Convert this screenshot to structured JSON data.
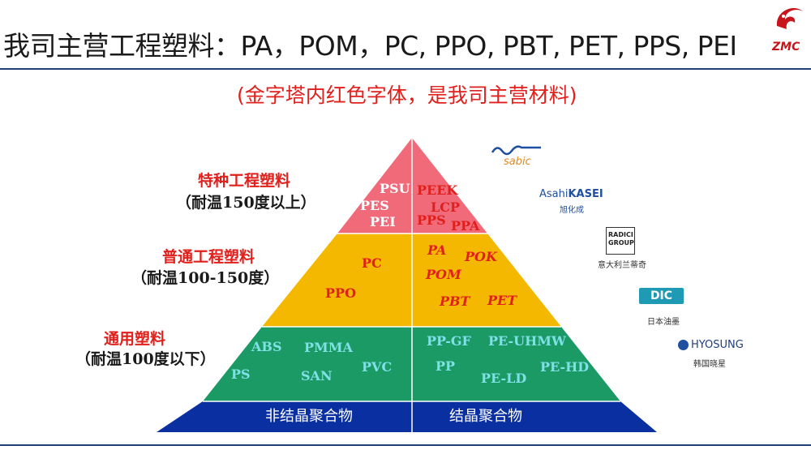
{
  "header": {
    "title": "我司主营工程塑料：PA，POM，PC, PPO, PBT, PET, PPS, PEI",
    "subtitle": "(金字塔内红色字体，是我司主营材料)",
    "logo_text": "ZMC"
  },
  "tiers": [
    {
      "name": "特种工程塑料",
      "temp": "（耐温150度以上）"
    },
    {
      "name": "普通工程塑料",
      "temp": "（耐温100-150度）"
    },
    {
      "name": "通用塑料",
      "temp": "（耐温100度以下）"
    }
  ],
  "base": {
    "left": "非结晶聚合物",
    "right": "结晶聚合物"
  },
  "materials": {
    "special_left": [
      "PSU",
      "PES",
      "PEI"
    ],
    "special_right": [
      "PEEK",
      "LCP",
      "PPS",
      "PPA"
    ],
    "common_left": [
      "PC",
      "PPO"
    ],
    "common_right": [
      "PA",
      "POK",
      "POM",
      "PBT",
      "PET"
    ],
    "general_left": [
      "ABS",
      "PMMA",
      "PS",
      "SAN",
      "PVC"
    ],
    "general_right": [
      "PP-GF",
      "PE-UHMW",
      "PP",
      "PE-HD",
      "PE-LD"
    ]
  },
  "colors": {
    "special": "#f06a7a",
    "common": "#f5b800",
    "general": "#1b9a66",
    "base": "#0a2fa0",
    "highlight": "#e0201c",
    "white_text": "#ffffff",
    "teal_text": "#7fe0e6"
  },
  "brands": {
    "sabic": "sabic",
    "asahi_prefix": "Asahi",
    "asahi_suffix": "KASEI",
    "asahi_cn": "旭化成",
    "radici": "RADICI GROUP",
    "radici_cn": "意大利兰蒂奇",
    "dic": "DIC",
    "dic_cn": "日本油墨",
    "hyosung": "HYOSUNG",
    "hyosung_cn": "韩国晓星"
  }
}
